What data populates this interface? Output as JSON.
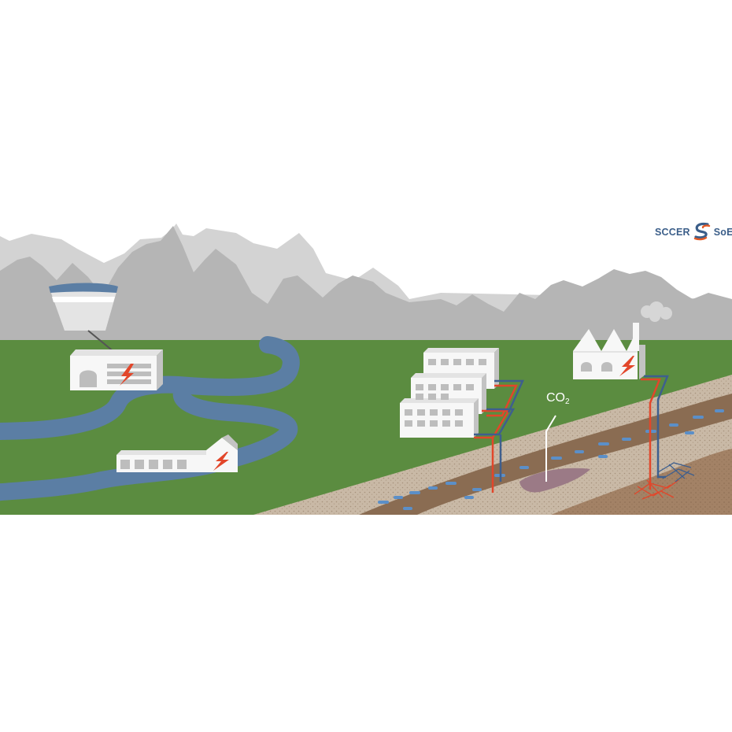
{
  "logo": {
    "left_text": "SCCER",
    "right_text": "SoE",
    "text_color": "#3b5e89",
    "swoosh_colors": [
      "#e35a25",
      "#3b5e89"
    ]
  },
  "labels": {
    "co2_main": "CO",
    "co2_sub": "2"
  },
  "colors": {
    "mountains_back": "#d3d3d3",
    "mountains_front": "#b5b5b5",
    "grass": "#5b8c40",
    "water": "#5b7ea4",
    "building": "#f7f7f7",
    "building_shade": "#c3c3c3",
    "lightning": "#e2462a",
    "pipe_hot": "#e2462a",
    "pipe_cold": "#3e5f8e",
    "co2_plume": "#9b7a86",
    "sediment_light": "#c9b9a6",
    "sediment_dark": "#8a6c52",
    "bedrock": "#a38266"
  },
  "icons": [
    "lightning-icon",
    "smoke-cloud-icon",
    "sccer-swoosh-icon"
  ]
}
